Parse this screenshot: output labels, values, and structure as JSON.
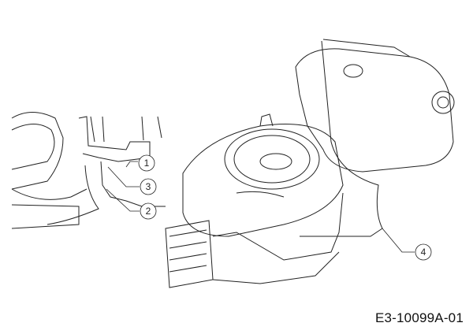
{
  "diagram": {
    "reference_code": "E3-10099A-01",
    "callouts": [
      {
        "number": "1"
      },
      {
        "number": "3"
      },
      {
        "number": "2"
      },
      {
        "number": "4"
      }
    ]
  }
}
